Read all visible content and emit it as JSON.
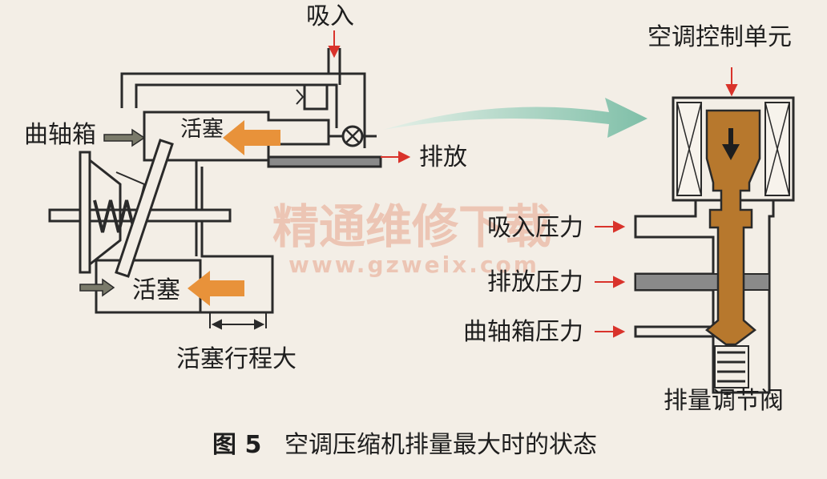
{
  "labels": {
    "suction": "吸入",
    "crankcase": "曲轴箱",
    "piston_top": "活塞",
    "piston_bottom": "活塞",
    "discharge": "排放",
    "piston_stroke": "活塞行程大",
    "control_unit": "空调控制单元",
    "suction_pressure": "吸入压力",
    "discharge_pressure": "排放压力",
    "crankcase_pressure": "曲轴箱压力",
    "valve": "排量调节阀"
  },
  "caption": {
    "number": "图 5",
    "text": "空调压缩机排量最大时的状态"
  },
  "watermark": {
    "title": "精通维修下载",
    "url": "www.gzweix.com"
  },
  "colors": {
    "background": "#f3eee6",
    "line": "#2a2a2a",
    "red_arrow": "#d9332b",
    "orange_arrow": "#e8923a",
    "valve_body": "#b7782d",
    "teal_arrow": "#8ec3b0",
    "gray_block": "#8a8a8a"
  }
}
